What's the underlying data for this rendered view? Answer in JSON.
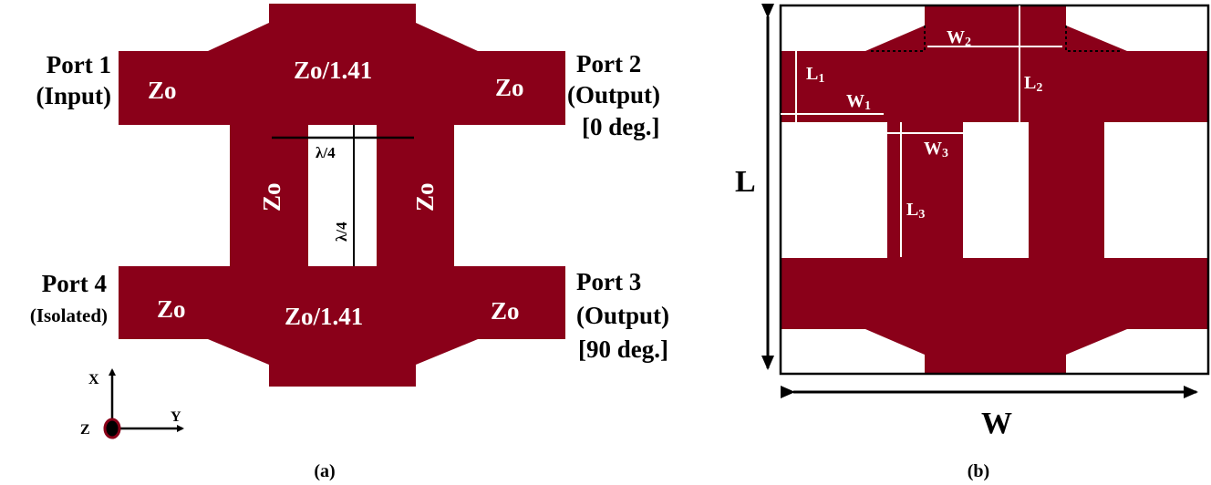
{
  "colors": {
    "conductor": "#8a0019",
    "dimension_line": "#ffffff",
    "outline": "#000000"
  },
  "panel_a": {
    "caption": "(a)",
    "ports": {
      "port1": {
        "name": "Port 1",
        "role": "(Input)"
      },
      "port2": {
        "name": "Port 2",
        "role": "(Output)",
        "phase": "[0 deg.]"
      },
      "port3": {
        "name": "Port 3",
        "role": "(Output)",
        "phase": "[90 deg.]"
      },
      "port4": {
        "name": "Port 4",
        "role": "(Isolated)"
      }
    },
    "impedances": {
      "top_center": "Zo/1.41",
      "bottom_center": "Zo/1.41",
      "port1_arm": "Zo",
      "port2_arm": "Zo",
      "port3_arm": "Zo",
      "port4_arm": "Zo",
      "left_branch": "Zo",
      "right_branch": "Zo"
    },
    "lengths": {
      "horizontal": "λ/4",
      "vertical": "λ/4"
    },
    "axes": {
      "x": "X",
      "y": "Y",
      "z": "Z"
    }
  },
  "panel_b": {
    "caption": "(b)",
    "overall": {
      "length": "L",
      "width": "W"
    },
    "dimensions": {
      "L1": {
        "base": "L",
        "sub": "1"
      },
      "W1": {
        "base": "W",
        "sub": "1"
      },
      "W2": {
        "base": "W",
        "sub": "2"
      },
      "L2": {
        "base": "L",
        "sub": "2"
      },
      "W3": {
        "base": "W",
        "sub": "3"
      },
      "L3": {
        "base": "L",
        "sub": "3"
      }
    }
  }
}
